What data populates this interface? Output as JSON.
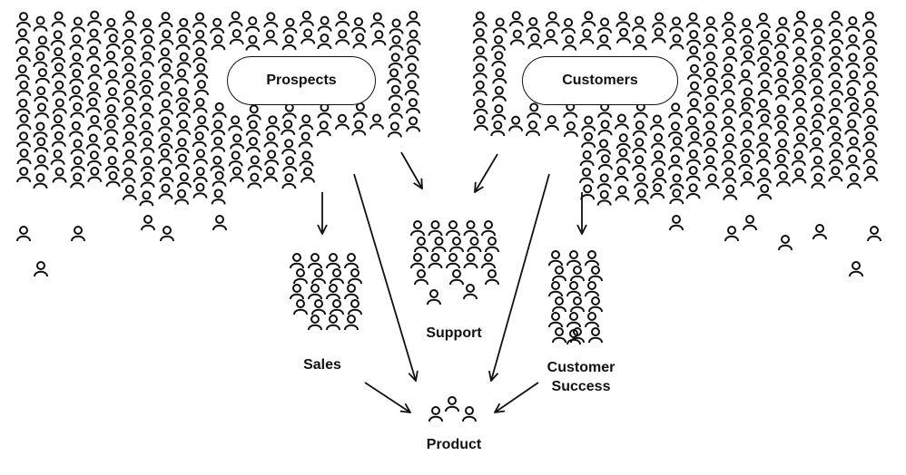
{
  "labels": {
    "prospects": "Prospects",
    "customers": "Customers",
    "sales": "Sales",
    "support": "Support",
    "customer_success_line1": "Customer",
    "customer_success_line2": "Success",
    "product": "Product"
  },
  "colors": {
    "ink": "#111111",
    "background": "#ffffff"
  },
  "icon": "person-outline-icon"
}
